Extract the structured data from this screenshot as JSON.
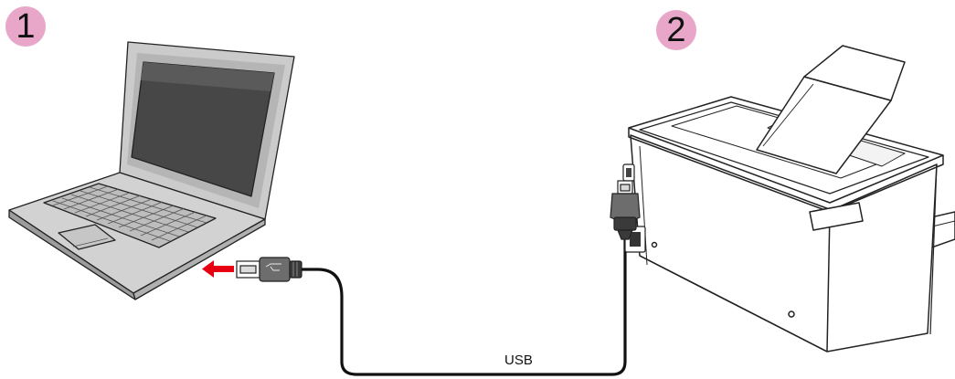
{
  "steps": [
    {
      "number": "1"
    },
    {
      "number": "2"
    }
  ],
  "cable": {
    "label": "USB"
  },
  "icons": [
    "laptop-icon",
    "usb-plug-icon",
    "insert-arrow-icon",
    "printer-icon",
    "usb-b-plug-icon"
  ],
  "colors": {
    "badge": "#e8a6c8",
    "arrow": "#e60012",
    "line": "#111111",
    "laptop_body": "#c9c9c9",
    "screen": "#444444",
    "plug": "#6d6d6d"
  }
}
